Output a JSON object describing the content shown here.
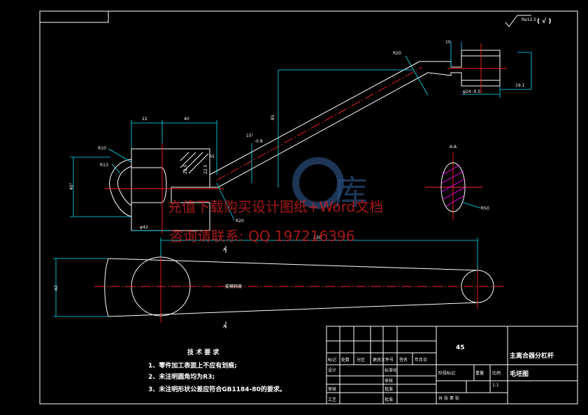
{
  "drawing": {
    "roughness": "Ra12.5",
    "roughness_suffix": "( √ )",
    "section_label": "A-A",
    "cut_label_top": "A",
    "cut_label_bottom": "A",
    "center_note": "拔模斜度",
    "watermark_char1": "库",
    "watermark_line1": "充值下载购买设计图纸+Word文档",
    "watermark_line2": "咨询请联系: QQ 197216396"
  },
  "dims": {
    "d22": "22",
    "d40": "40",
    "d40_side": "40°",
    "d85": "85",
    "angle15": "15°",
    "angle_tol": "-0.8",
    "r10": "R10",
    "r13": "R13",
    "r5": "R5",
    "r20_lower": "R20",
    "r20_upper": "R20",
    "d22_5a": "22.5",
    "d22_5b": "22.5",
    "phi42": "φ42",
    "d10_tol": "10",
    "phi24_tol": "φ24 -0.5",
    "d19_tol": "19.1",
    "r50": "R50",
    "d230": "230",
    "d42": "42"
  },
  "notes": {
    "title": "技 术 要 求",
    "items": [
      "1、零件加工表面上不应有划痕;",
      "2、未注明圆角均为R3;",
      "3、未注明形状公差应符合GB1184-80的要求。"
    ]
  },
  "titleblock": {
    "mark": "标记",
    "count": "处数",
    "zone": "分区",
    "change_doc": "更改文件号",
    "signature": "签名",
    "date": "年月日",
    "design": "设计",
    "standardize": "标准化",
    "review": "审核",
    "check": "审核",
    "approve": "批准",
    "craft": "工艺",
    "approve2": "批准",
    "material": "45",
    "stage_mark": "阶段标记",
    "weight": "重量",
    "scale": "比例",
    "scale_value": "1:1",
    "sheets": "共   张  第   张",
    "part_name": "主离合器分杠杆",
    "drawing_type": "毛坯图"
  }
}
